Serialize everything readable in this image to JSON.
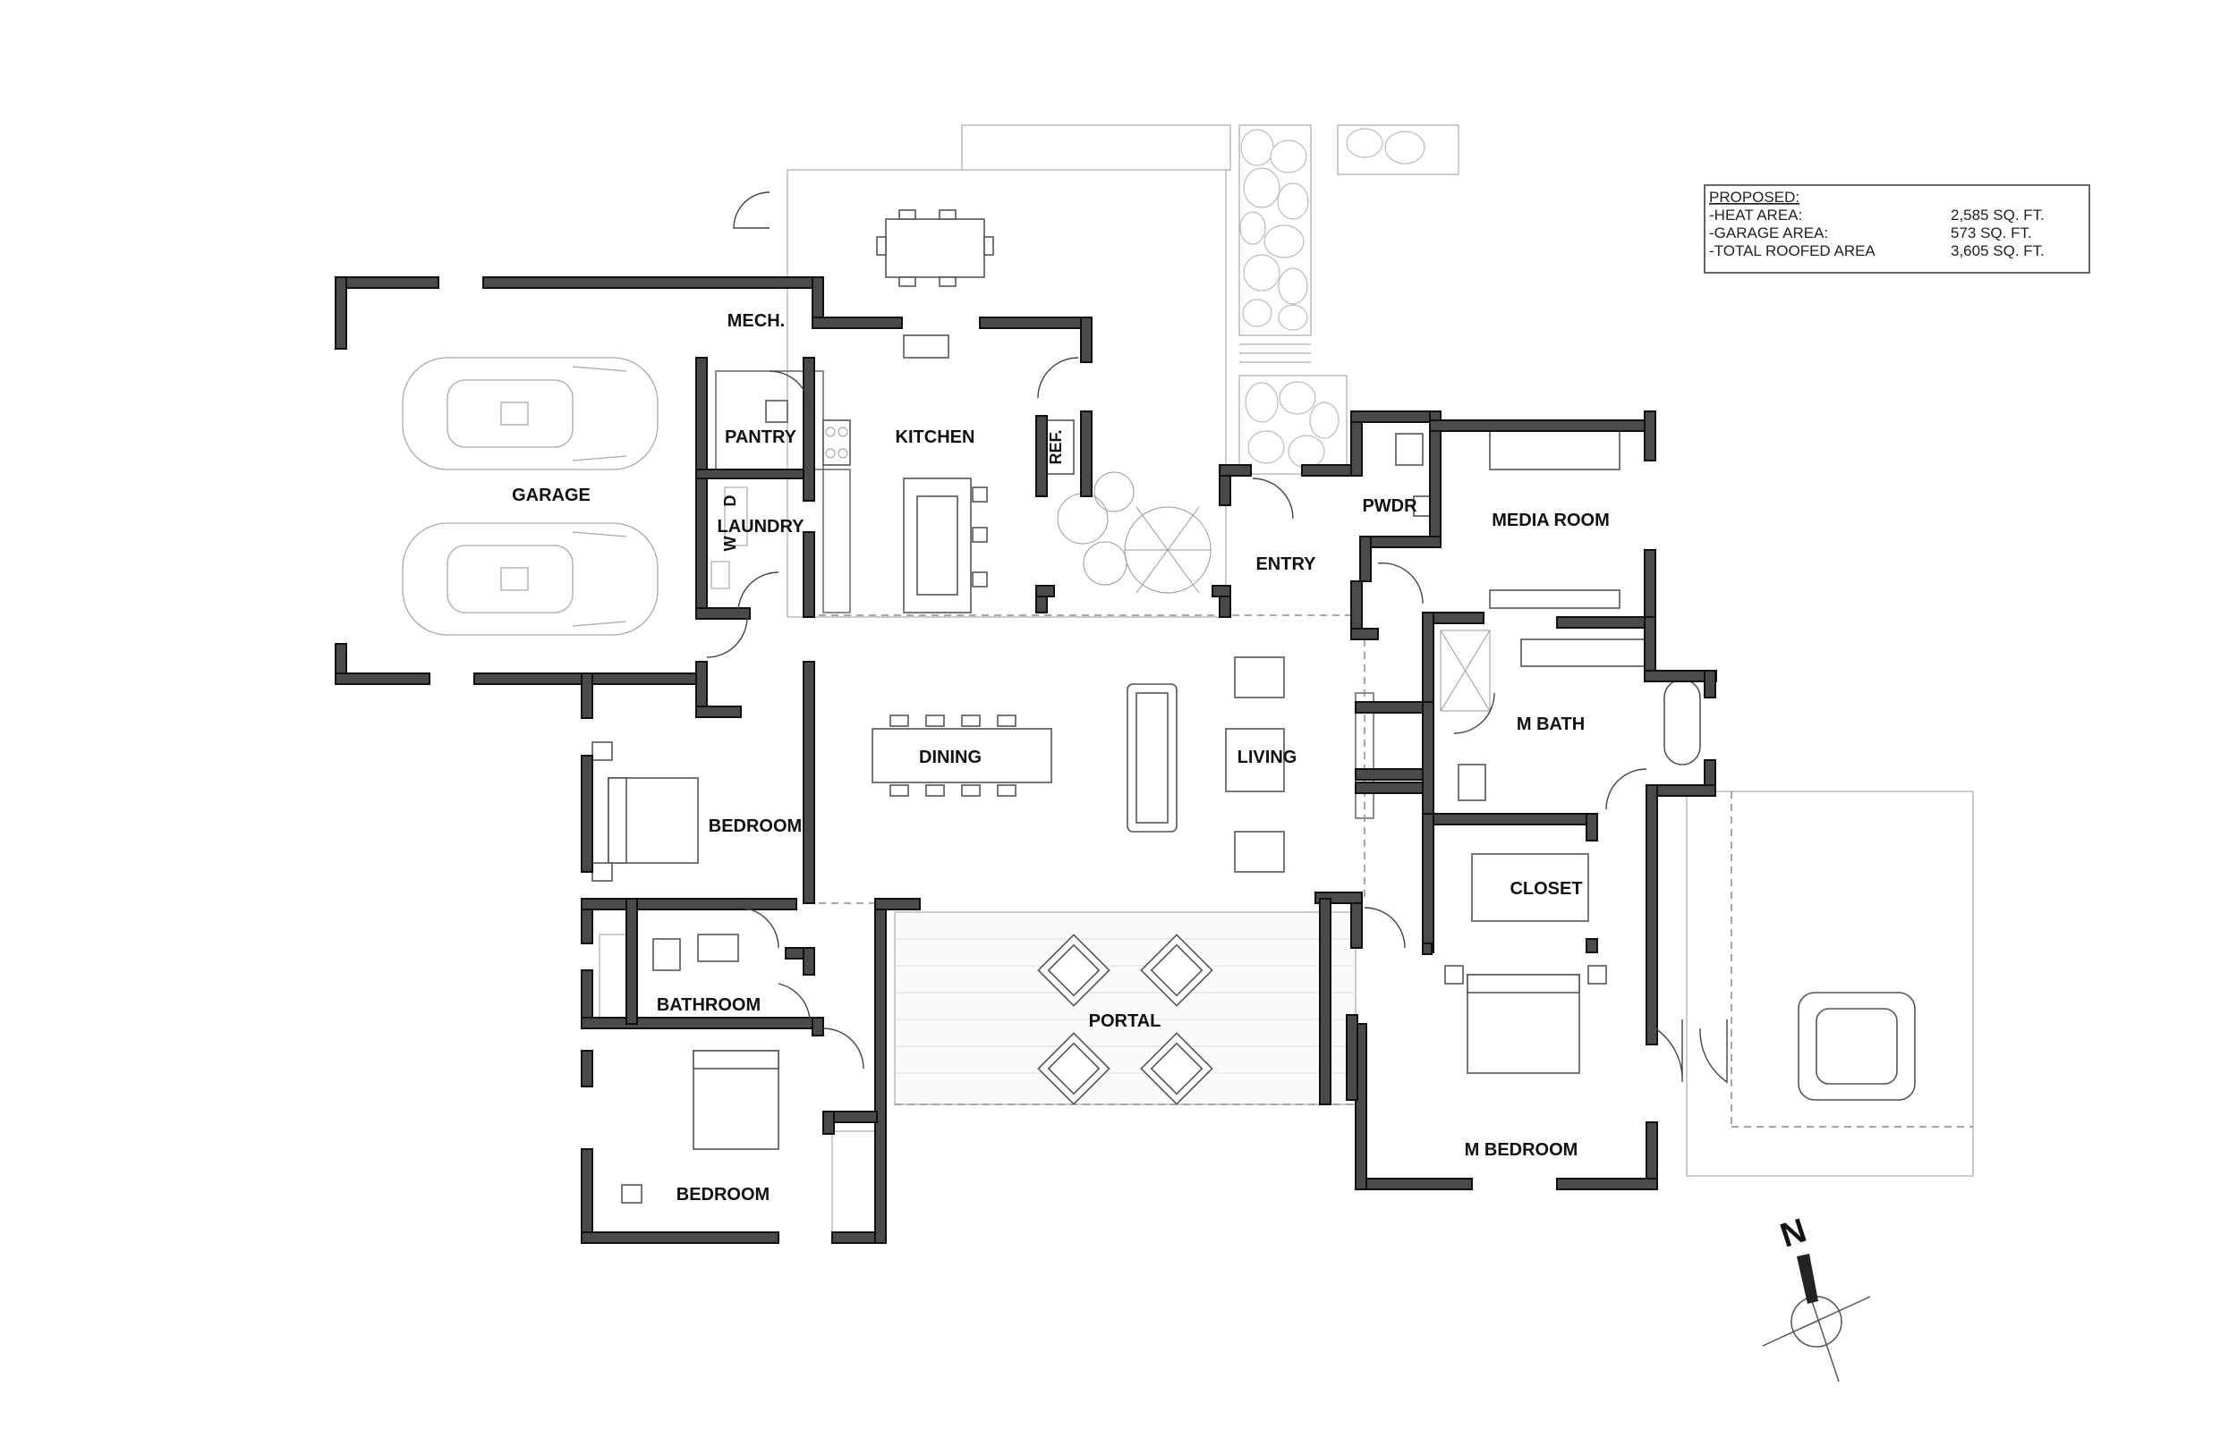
{
  "rooms": {
    "garage": "GARAGE",
    "mech": "MECH.",
    "pantry": "PANTRY",
    "kitchen": "KITCHEN",
    "ref": "REF.",
    "laundry": "LAUNDRY",
    "washer": "W",
    "dryer": "D",
    "pwdr": "PWDR",
    "media_room": "MEDIA ROOM",
    "entry": "ENTRY",
    "m_bath": "M BATH",
    "dining": "DINING",
    "living": "LIVING",
    "bedroom_1": "BEDROOM",
    "closet": "CLOSET",
    "bathroom": "BATHROOM",
    "portal": "PORTAL",
    "m_bedroom": "M BEDROOM",
    "bedroom_2": "BEDROOM"
  },
  "area_table": {
    "heading": "PROPOSED:",
    "rows": [
      {
        "label": "-HEAT AREA:",
        "value": "2,585 SQ. FT."
      },
      {
        "label": "-GARAGE AREA:",
        "value": "573 SQ. FT."
      },
      {
        "label": "-TOTAL ROOFED AREA",
        "value": "3,605 SQ. FT."
      }
    ]
  },
  "north_arrow": {
    "label": "N",
    "icon": "north-arrow-icon"
  }
}
